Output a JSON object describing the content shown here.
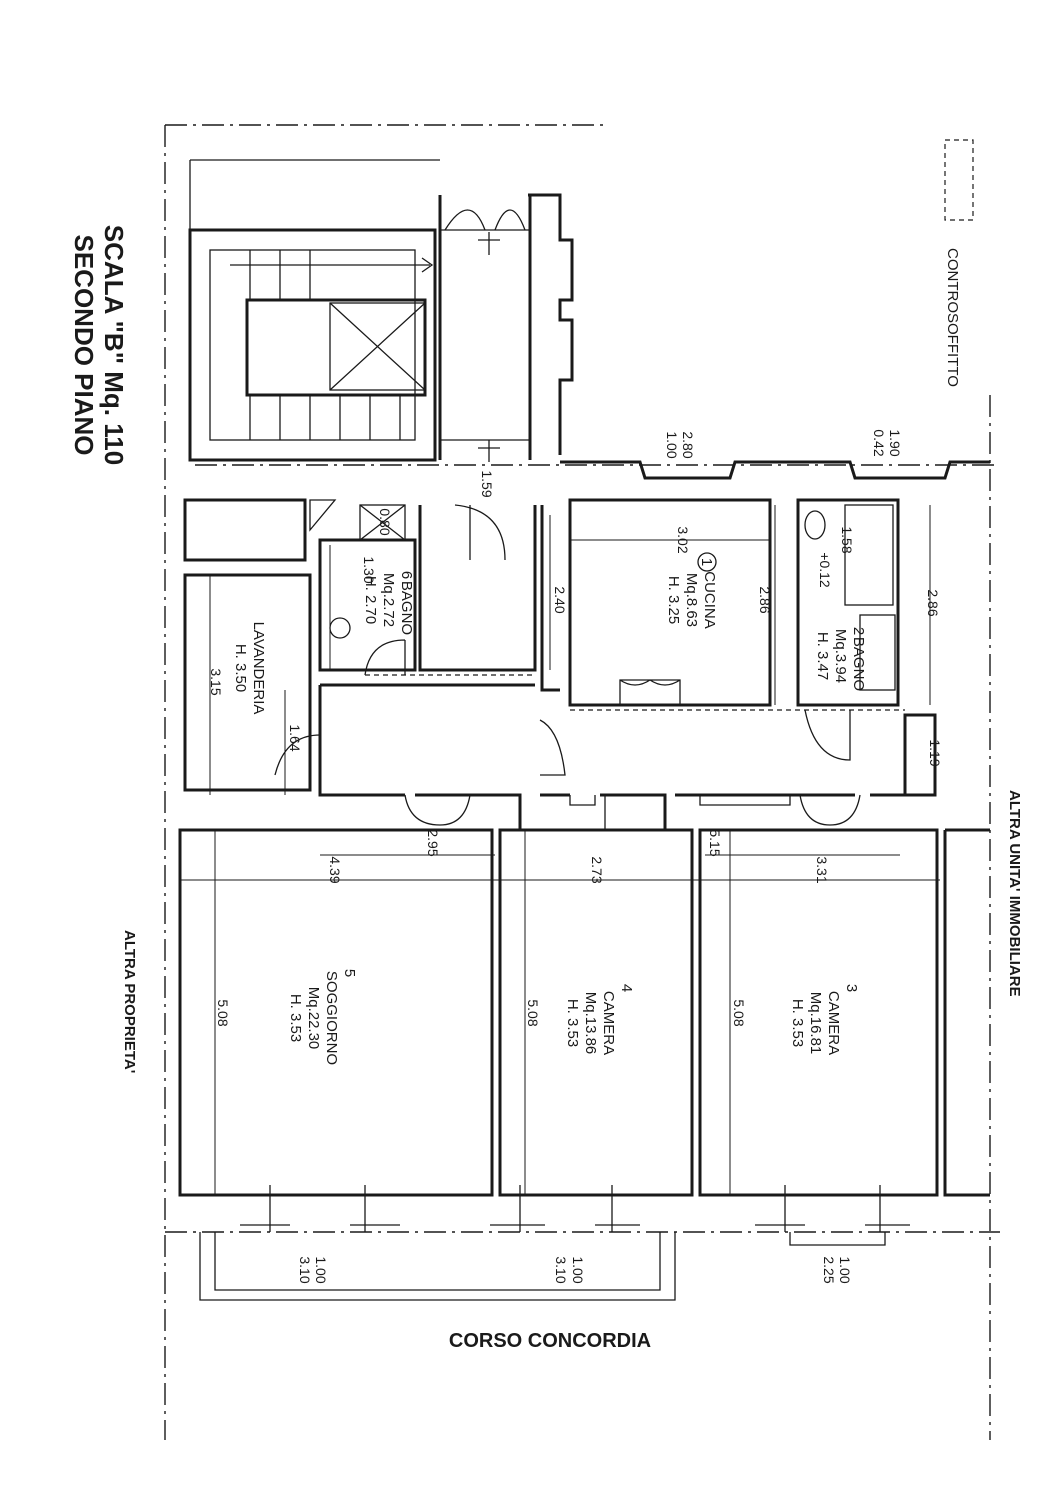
{
  "title": {
    "line1": "SECONDO PIANO",
    "line2": "SCALA \"B\" Mq. 110"
  },
  "labels": {
    "controsoffitto": "CONTROSOFFITTO",
    "altra_unita": "ALTRA UNITA' IMMOBILIARE",
    "altra_proprieta": "ALTRA PROPRIETA'",
    "street": "CORSO CONCORDIA"
  },
  "rooms": {
    "cucina": {
      "num": "1",
      "name": "CUCINA",
      "area": "Mq.8.63",
      "height": "H. 3.25"
    },
    "bagno2": {
      "num": "2",
      "name": "BAGNO",
      "area": "Mq.3.94",
      "height": "H. 3.47"
    },
    "camera3": {
      "num": "3",
      "name": "CAMERA",
      "area": "Mq.16.81",
      "height": "H. 3.53"
    },
    "camera4": {
      "num": "4",
      "name": "CAMERA",
      "area": "Mq.13.86",
      "height": "H. 3.53"
    },
    "soggiorno": {
      "num": "5",
      "name": "SOGGIORNO",
      "area": "Mq.22.30",
      "height": "H. 3.53"
    },
    "bagno6": {
      "num": "6",
      "name": "BAGNO",
      "area": "Mq.2.72",
      "height": "H. 2.70"
    },
    "lavanderia": {
      "name": "LAVANDERIA",
      "height": "H. 3.50"
    }
  },
  "dimensions": {
    "d_042": "0.42",
    "d_190": "1.90",
    "d_100a": "1.00",
    "d_280": "2.80",
    "d_159": "1.59",
    "d_302": "3.02",
    "d_286a": "2.86",
    "d_286b": "2.86",
    "d_240": "2.40",
    "d_158": "1.58",
    "d_012": "+0.12",
    "d_080": "0.80",
    "d_130": "1.30",
    "d_315": "3.15",
    "d_164": "1.64",
    "d_119": "1.19",
    "d_295": "2.95",
    "d_439": "4.39",
    "d_273": "2.73",
    "d_515": "5.15",
    "d_331": "3.31",
    "d_508a": "5.08",
    "d_508b": "5.08",
    "d_508c": "5.08",
    "d_100b": "1.00",
    "d_310a": "3.10",
    "d_100c": "1.00",
    "d_310b": "3.10",
    "d_100d": "1.00",
    "d_225": "2.25"
  }
}
